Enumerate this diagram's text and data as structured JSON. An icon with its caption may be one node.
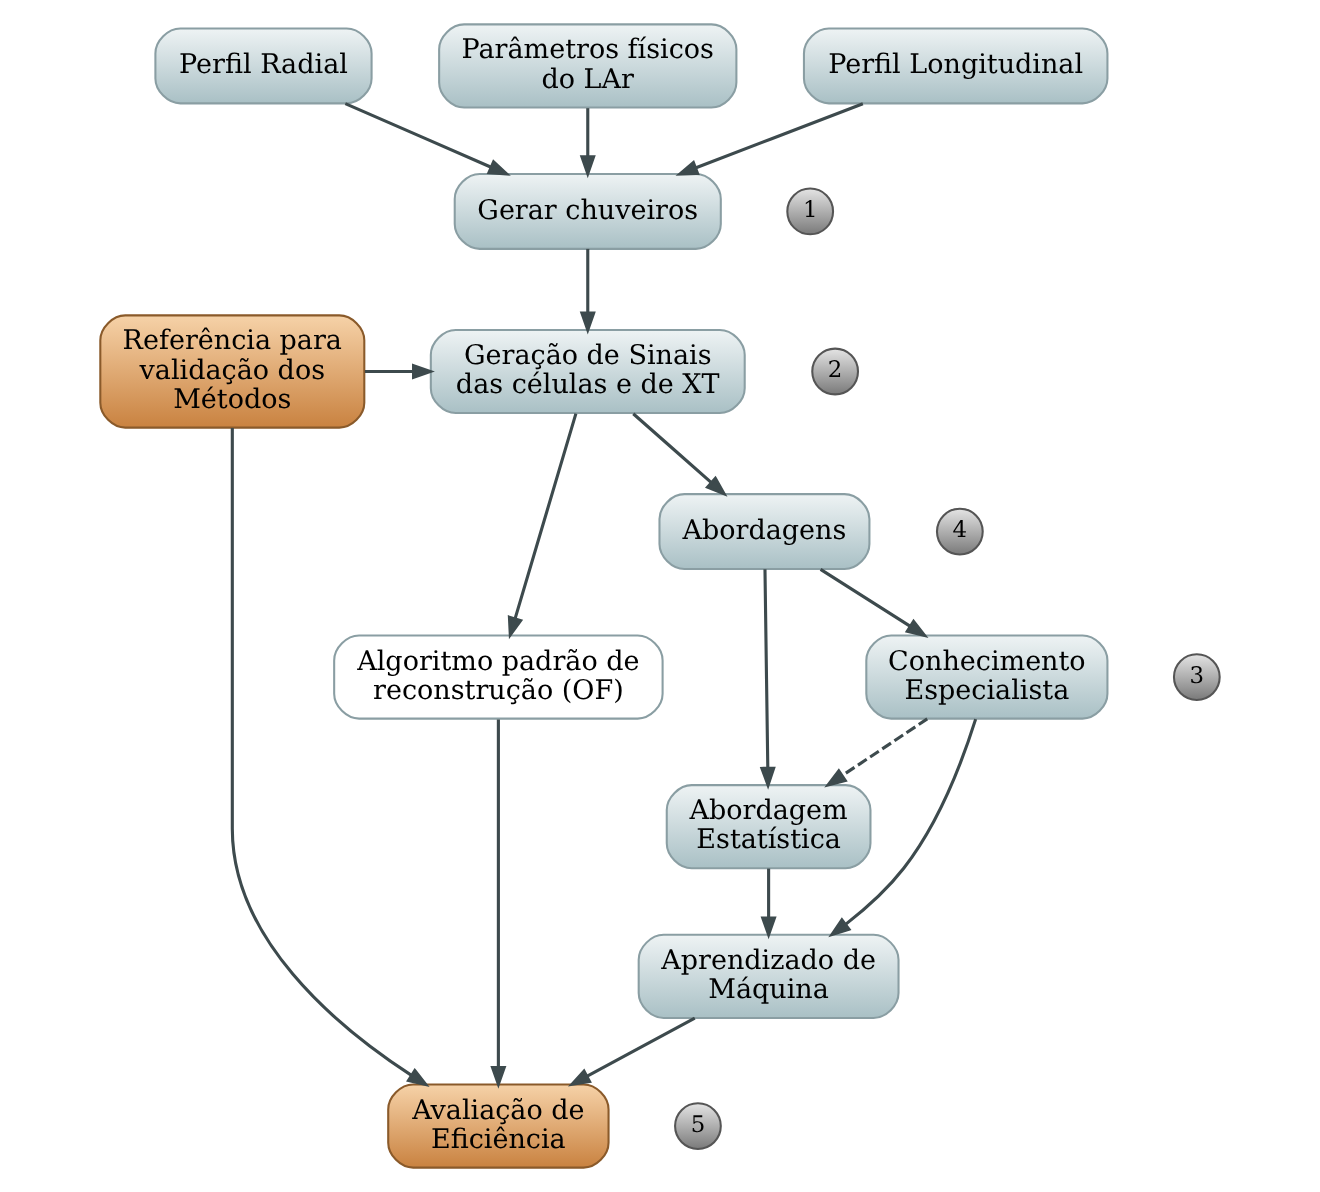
{
  "diagram": {
    "nodes": [
      {
        "text": [
          "Perfil Radial"
        ]
      },
      {
        "text": [
          "Parâmetros físicos do LAr"
        ]
      },
      {
        "text": [
          "Perfil Longitudinal"
        ]
      },
      {
        "text": [
          "Gerar chuveiros"
        ]
      },
      {
        "text": [
          "Geração de Sinais das células e de XT"
        ]
      },
      {
        "text": [
          "Referência para validação dos Métodos"
        ]
      },
      {
        "text": [
          "Abordagens"
        ]
      },
      {
        "text": [
          "Conhecimento Especialista"
        ]
      },
      {
        "text": [
          "Abordagem Estatística"
        ]
      },
      {
        "text": [
          "Algoritmo padrão de reconstrução (OF)"
        ]
      },
      {
        "text": [
          "Aprendizado de Máquina"
        ]
      },
      {
        "text": [
          "Avaliação de Eficiência"
        ]
      },
      {
        "text": [
          "1"
        ]
      },
      {
        "text": [
          "2"
        ]
      },
      {
        "text": [
          "3"
        ]
      },
      {
        "text": [
          "4"
        ]
      },
      {
        "text": [
          "5"
        ]
      }
    ],
    "edges": [
      {
        "from": 0,
        "to": 3,
        "arrow": "to"
      },
      {
        "from": 1,
        "to": 3,
        "arrow": "to"
      },
      {
        "from": 2,
        "to": 3,
        "arrow": "to"
      },
      {
        "from": 3,
        "to": 4,
        "arrow": "to"
      },
      {
        "from": 5,
        "to": 4,
        "arrow": "to"
      },
      {
        "from": 4,
        "to": 6,
        "arrow": "to"
      },
      {
        "from": 4,
        "to": 9,
        "arrow": "to"
      },
      {
        "from": 6,
        "to": 7,
        "arrow": "to"
      },
      {
        "from": 6,
        "to": 8,
        "arrow": "to"
      },
      {
        "from": 7,
        "to": 8,
        "arrow": "to",
        "style": "dashed"
      },
      {
        "from": 7,
        "to": 10,
        "arrow": "to"
      },
      {
        "from": 8,
        "to": 10,
        "arrow": "to"
      },
      {
        "from": 10,
        "to": 11,
        "arrow": "to"
      },
      {
        "from": 9,
        "to": 11,
        "arrow": "to"
      },
      {
        "from": 5,
        "to": 11,
        "arrow": "to"
      }
    ]
  }
}
